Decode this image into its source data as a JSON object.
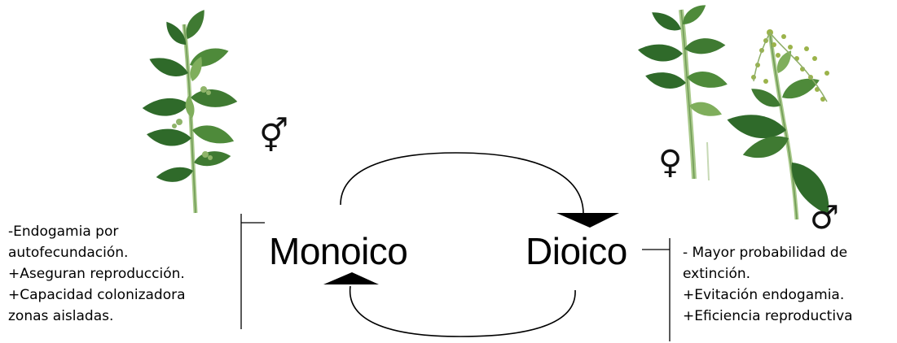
{
  "monoecious": {
    "label": "Monoico",
    "symbol": "⚥",
    "notes": [
      "-Endogamia por",
      "autofecundación.",
      "+Aseguran reproducción.",
      "+Capacidad colonizadora",
      "zonas aisladas."
    ]
  },
  "dioecious": {
    "label": "Dioico",
    "female_symbol": "♀",
    "male_symbol": "♂",
    "notes": [
      "- Mayor probabilidad de",
      "extinción.",
      "+Evitación endogamia.",
      "+Eficiencia reproductiva"
    ]
  },
  "colors": {
    "leaf_dark": "#2f6a2a",
    "leaf_mid": "#4e8a3a",
    "leaf_light": "#7fae5c",
    "stem": "#a8c98a",
    "flower": "#9bb34a"
  }
}
